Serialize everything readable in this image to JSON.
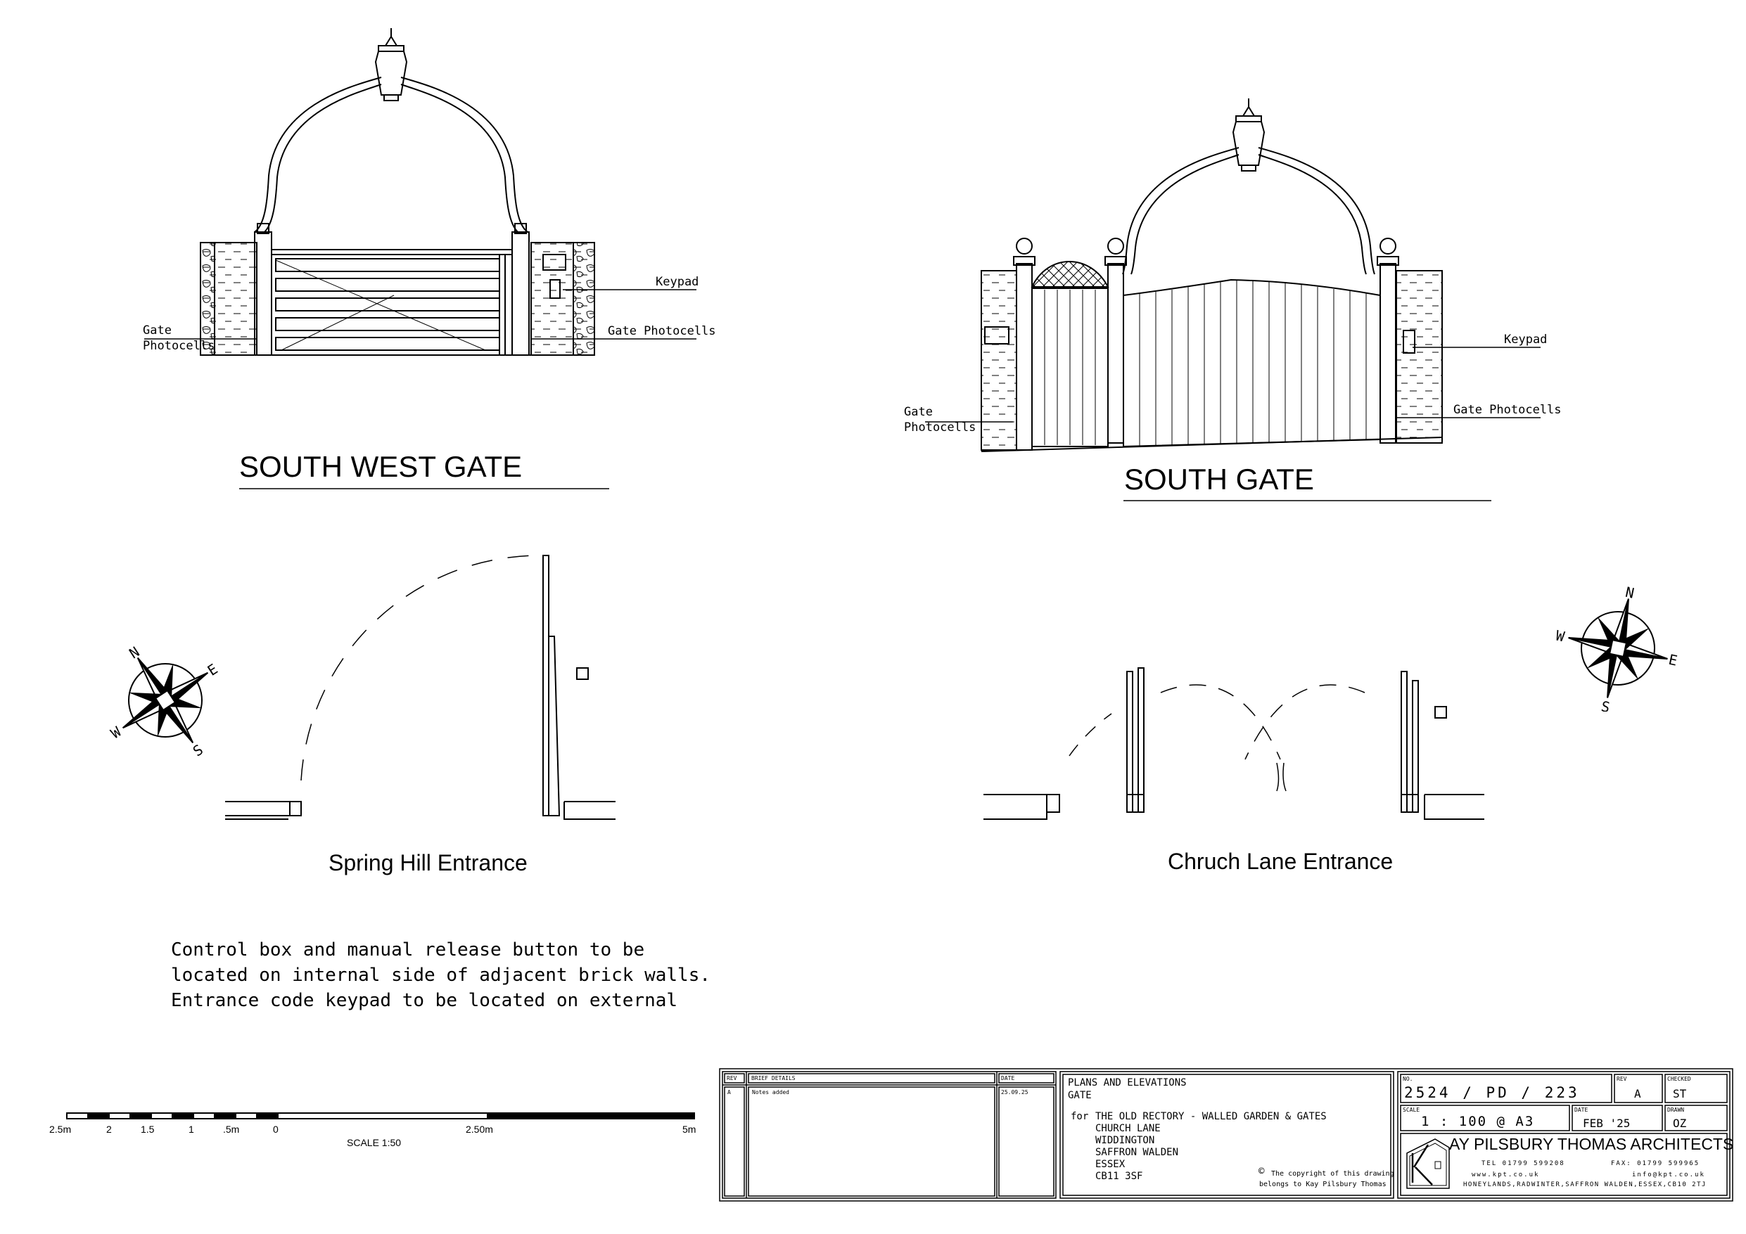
{
  "elevations": {
    "south_west": {
      "title": "SOUTH WEST GATE",
      "keypad": "Keypad",
      "photocells_left": [
        "Gate",
        "Photocells"
      ],
      "photocells_right": "Gate Photocells"
    },
    "south": {
      "title": "SOUTH GATE",
      "keypad": "Keypad",
      "photocells_left": [
        "Gate",
        "Photocells"
      ],
      "photocells_right": "Gate Photocells"
    }
  },
  "plans": {
    "spring_hill": {
      "title": "Spring Hill Entrance",
      "compass": [
        "N",
        "E",
        "S",
        "W"
      ]
    },
    "church_lane": {
      "title": "Chruch Lane Entrance",
      "compass": [
        "N",
        "E",
        "S",
        "W"
      ]
    }
  },
  "note": {
    "lines": [
      "Control box and manual release button to be",
      "located on internal side of adjacent brick walls.",
      "Entrance code keypad to be located on external"
    ]
  },
  "scale_bar": {
    "ticks": [
      "2.5m",
      "2",
      "1.5",
      "1",
      ".5m",
      "0",
      "2.50m",
      "5m"
    ],
    "caption": "SCALE 1:50"
  },
  "title_block": {
    "rev_header": "REV",
    "brief_header": "BRIEF DETAILS",
    "date_header": "DATE",
    "revisions": [
      {
        "rev": "A",
        "details": "Notes added",
        "date": "25.09.25"
      }
    ],
    "drawing_title": [
      "PLANS AND  ELEVATIONS",
      "GATE"
    ],
    "for_label": "for",
    "project": [
      "THE OLD RECTORY - WALLED GARDEN & GATES",
      "CHURCH LANE",
      "WIDDINGTON",
      "SAFFRON WALDEN",
      "ESSEX",
      "CB11 3SF"
    ],
    "copyright_symbol": "©",
    "copyright": [
      "The copyright of this drawing",
      "belongs to Kay Pilsbury Thomas"
    ],
    "no_label": "NO.",
    "number": "2524  /  PD  /  223",
    "rev_label": "REV",
    "rev_value": "A",
    "checked_label": "CHECKED",
    "checked_value": "ST",
    "scale_label": "SCALE",
    "scale_value": "1 : 100  @  A3",
    "date_label": "DATE",
    "date_value": "FEB '25",
    "drawn_label": "DRAWN",
    "drawn_value": "OZ",
    "firm": "AY PILSBURY THOMAS ARCHITECTS",
    "tel": "TEL  01799  599208",
    "fax": "FAX:  01799  599965",
    "web": "www.kpt.co.uk",
    "email": "info@kpt.co.uk",
    "address": "HONEYLANDS,RADWINTER,SAFFRON WALDEN,ESSEX,CB10 2TJ"
  }
}
